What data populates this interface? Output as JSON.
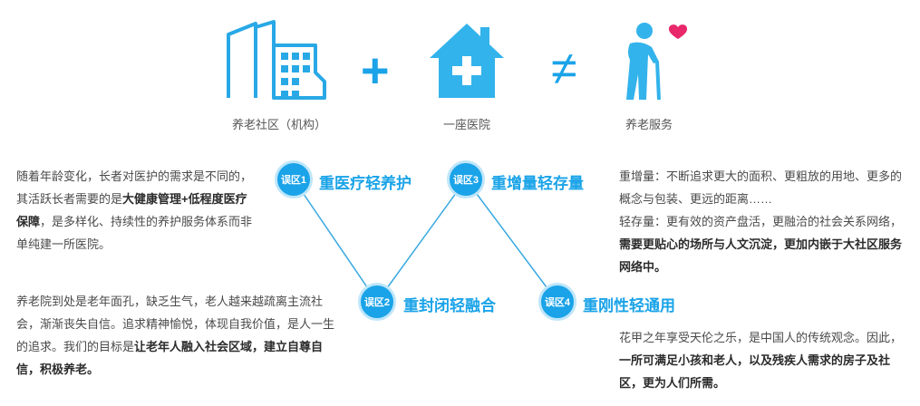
{
  "icons": {
    "community_label": "养老社区（机构）",
    "plus_symbol": "+",
    "hospital_label": "一座医院",
    "noteq_symbol": "≠",
    "service_label": "养老服务"
  },
  "nodes": [
    {
      "badge": "误区1",
      "title": "重医疗轻养护"
    },
    {
      "badge": "误区2",
      "title": "重封闭轻融合"
    },
    {
      "badge": "误区3",
      "title": "重增量轻存量"
    },
    {
      "badge": "误区4",
      "title": "重刚性轻通用"
    }
  ],
  "left_text": {
    "p1_part1": "随着年龄变化，长者对医护的需求是不同的，其活跃长者需要的是",
    "p1_bold": "大健康管理+低程度医疗保障",
    "p1_part2": "，是多样化、持续性的养护服务体系而非单纯建一所医院。",
    "p2_part1": "养老院到处是老年面孔，缺乏生气，老人越来越疏离主流社会，渐渐丧失自信。追求精神愉悦，体现自我价值，是人一生的追求。我们的目标是",
    "p2_bold": "让老年人融入社会区域，建立自尊自信，积极养老。"
  },
  "right_text": {
    "p1_line1": "重增量：不断追求更大的面积、更粗放的用地、更多的概念与包装、更远的距离……",
    "p1_line2_part1": "轻存量：更有效的资产盘活，更融洽的社会关系网络，",
    "p1_line2_bold": "需要更贴心的场所与人文沉淀，更加内嵌于大社区服务网络中。",
    "p2_part1": "花甲之年享受天伦之乐，是中国人的传统观念。因此，",
    "p2_bold": "一所可满足小孩和老人，以及残疾人需求的房子及社区，更为人们所需。"
  },
  "colors": {
    "accent": "#1aa3e8",
    "heart": "#e8286a",
    "node_ring": "#bfe6fa"
  }
}
